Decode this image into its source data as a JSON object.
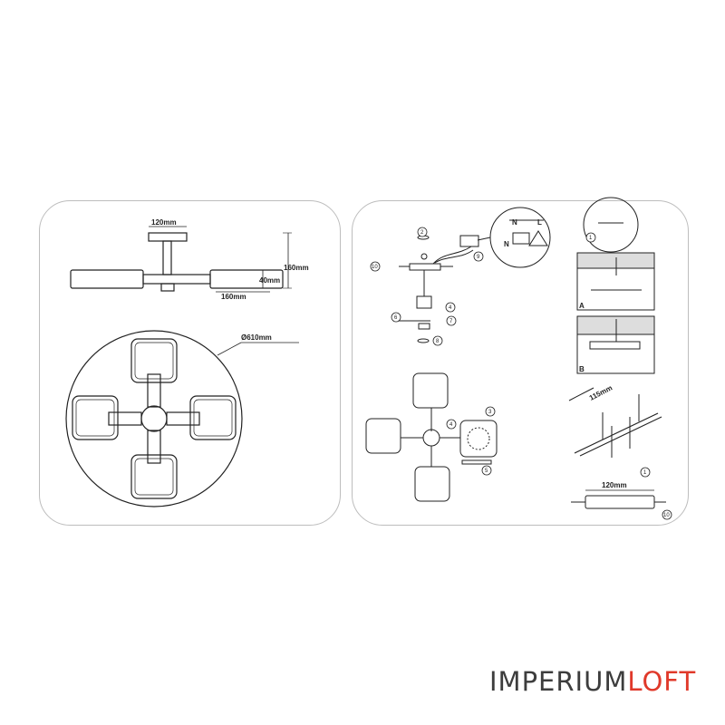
{
  "dimensions": {
    "canopy_width": "120mm",
    "overall_height": "160mm",
    "shade_height": "40mm",
    "arm_length": "160mm",
    "diameter": "Ø610mm",
    "hole_spacing": "115mm",
    "bracket_width": "120mm"
  },
  "wiring": {
    "n1": "N",
    "l1": "L",
    "n2": "N"
  },
  "mount_options": {
    "a": "A",
    "b": "B"
  },
  "steps": [
    "1",
    "2",
    "3",
    "4",
    "5",
    "6",
    "7",
    "8",
    "9",
    "10"
  ],
  "brand": {
    "part1": "IMPERIUM",
    "part2": "LOFT",
    "color1": "#3d3d3d",
    "color2": "#e0392a"
  }
}
